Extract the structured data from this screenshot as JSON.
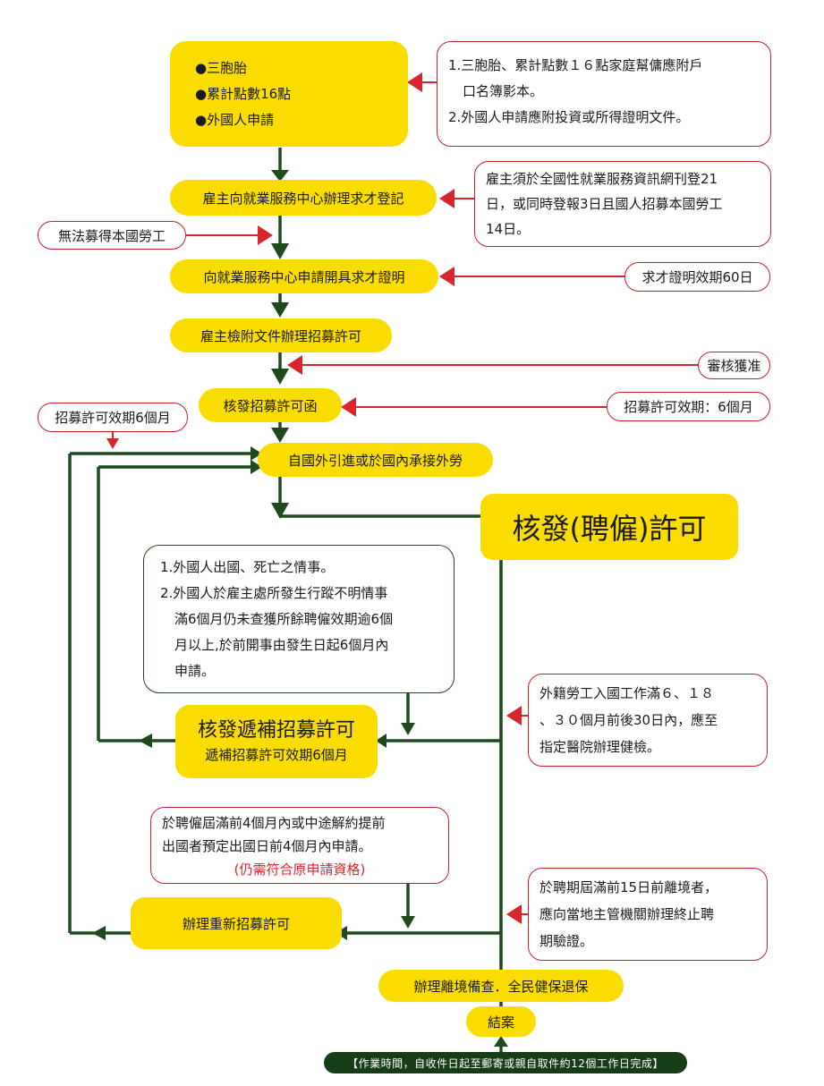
{
  "flowchart": {
    "conditions_box": {
      "items": [
        "●三胞胎",
        "●累計點數16點",
        "●外國人申請"
      ]
    },
    "conditions_note": {
      "line1": "1.三胞胎、累計點數１６點家庭幫傭應附戶",
      "line1_cont": "口名簿影本。",
      "line2": "2.外國人申請應附投資或所得證明文件。"
    },
    "steps": {
      "register": "雇主向就業服務中心辦理求才登記",
      "certificate": "向就業服務中心申請開具求才證明",
      "apply_recruit": "雇主檢附文件辦理招募許可",
      "issue_letter": "核發招募許可函",
      "bring_in": "自國外引進或於國內承接外勞",
      "issue_employment": "核發(聘僱)許可",
      "replacement_title": "核發遞補招募許可",
      "replacement_sub": "遞補招募許可效期6個月",
      "re_recruit": "辦理重新招募許可",
      "departure": "辦理離境備查．全民健保退保",
      "close": "結案"
    },
    "notes": {
      "register_note": [
        "雇主須於全國性就業服務資訊網刊登21",
        "日，或同時登報3日且國人招募本國勞工",
        "14日。"
      ],
      "no_local": "無法募得本國勞工",
      "cert_validity": "求才證明效期60日",
      "approved": "審核獲准",
      "letter_validity": "招募許可效期：6個月",
      "permit_validity_left": "招募許可效期6個月",
      "replacement_conditions": {
        "line1": "1.外國人出國、死亡之情事。",
        "line2": "2.外國人於雇主處所發生行蹤不明情事",
        "line2_cont": [
          "滿6個月仍未查獲所餘聘僱效期逾6個",
          "月以上,於前開事由發生日起6個月內",
          "申請。"
        ]
      },
      "health_check": [
        "外籍勞工入國工作滿６、１８",
        "、３０個月前後30日內，應至",
        "指定醫院辦理健檢。"
      ],
      "re_recruit_conditions": [
        "於聘僱屆滿前4個月內或中途解約提前",
        "出國者預定出國日前4個月內申請。"
      ],
      "re_recruit_requirement": "(仍需符合原申請資格)",
      "early_departure": [
        "於聘期屆滿前15日前離境者，",
        "應向當地主管機關辦理終止聘",
        "期驗證。"
      ]
    },
    "footer": "【作業時間，自收件日起至郵寄或親自取件約12個工作日完成】"
  },
  "colors": {
    "yellow": "#fbdc00",
    "dark_green": "#1e4a1e",
    "red": "#d7262e"
  }
}
